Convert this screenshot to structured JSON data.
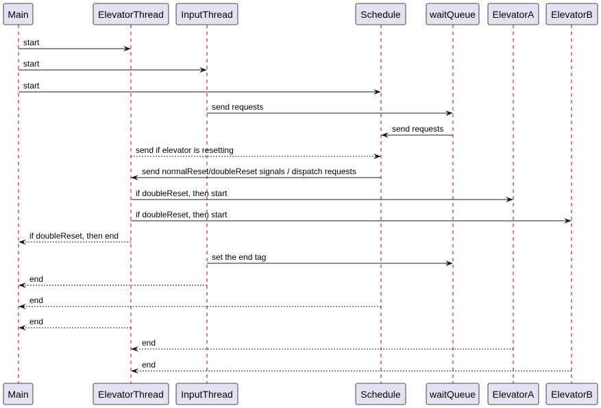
{
  "participants": [
    {
      "id": "Main",
      "label": "Main"
    },
    {
      "id": "ElevatorThread",
      "label": "ElevatorThread"
    },
    {
      "id": "InputThread",
      "label": "InputThread"
    },
    {
      "id": "Schedule",
      "label": "Schedule"
    },
    {
      "id": "waitQueue",
      "label": "waitQueue"
    },
    {
      "id": "ElevatorA",
      "label": "ElevatorA"
    },
    {
      "id": "ElevatorB",
      "label": "ElevatorB"
    }
  ],
  "messages": [
    {
      "from": "Main",
      "to": "ElevatorThread",
      "label": "start",
      "style": "solid"
    },
    {
      "from": "Main",
      "to": "InputThread",
      "label": "start",
      "style": "solid"
    },
    {
      "from": "Main",
      "to": "Schedule",
      "label": "start",
      "style": "solid"
    },
    {
      "from": "InputThread",
      "to": "waitQueue",
      "label": "send requests",
      "style": "solid"
    },
    {
      "from": "waitQueue",
      "to": "Schedule",
      "label": "send requests",
      "style": "solid"
    },
    {
      "from": "ElevatorThread",
      "to": "Schedule",
      "label": "send if elevator is resetting",
      "style": "dashed"
    },
    {
      "from": "Schedule",
      "to": "ElevatorThread",
      "label": "send normalReset/doubleReset signals / dispatch requests",
      "style": "solid"
    },
    {
      "from": "ElevatorThread",
      "to": "ElevatorA",
      "label": "if doubleReset, then start",
      "style": "solid"
    },
    {
      "from": "ElevatorThread",
      "to": "ElevatorB",
      "label": "if doubleReset, then start",
      "style": "solid"
    },
    {
      "from": "ElevatorThread",
      "to": "Main",
      "label": "if doubleReset, then end",
      "style": "dashed"
    },
    {
      "from": "InputThread",
      "to": "waitQueue",
      "label": "set the end tag",
      "style": "solid"
    },
    {
      "from": "InputThread",
      "to": "Main",
      "label": "end",
      "style": "dashed"
    },
    {
      "from": "Schedule",
      "to": "Main",
      "label": "end",
      "style": "dashed"
    },
    {
      "from": "ElevatorThread",
      "to": "Main",
      "label": "end",
      "style": "dashed"
    },
    {
      "from": "ElevatorA",
      "to": "ElevatorThread",
      "label": "end",
      "style": "dashed"
    },
    {
      "from": "ElevatorB",
      "to": "ElevatorThread",
      "label": "end",
      "style": "dashed"
    }
  ]
}
